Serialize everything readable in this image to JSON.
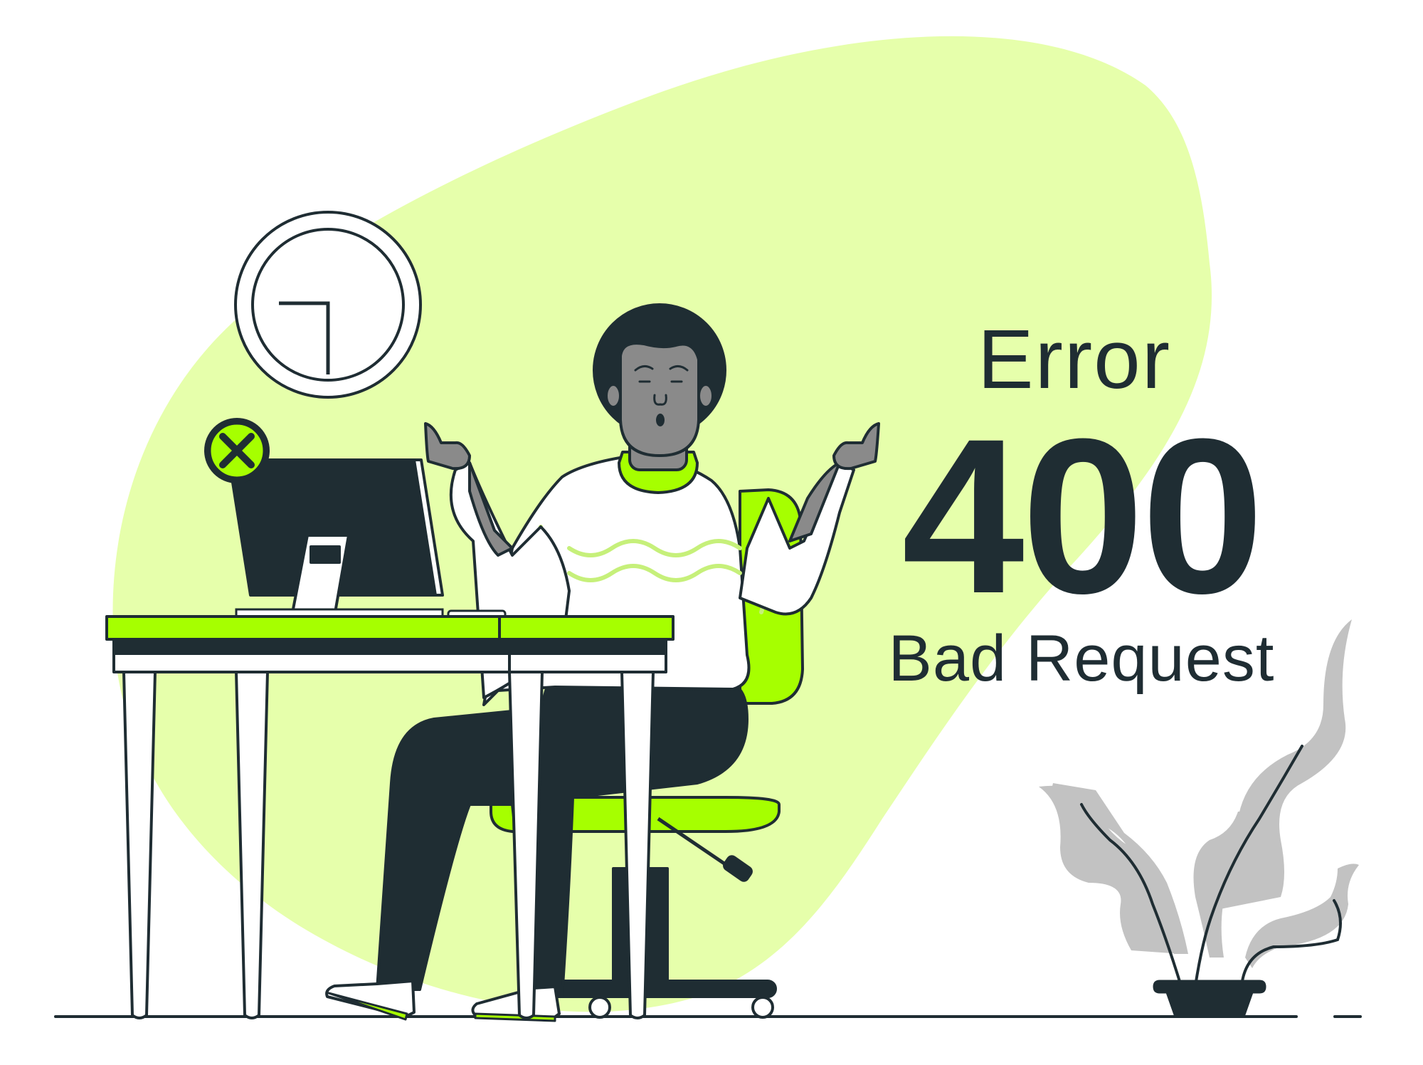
{
  "error": {
    "word": "Error",
    "code": "400",
    "message": "Bad Request"
  },
  "icons": {
    "status": "close-x-icon",
    "clock": "wall-clock-icon"
  },
  "colors": {
    "accent": "#a6ff00",
    "blob": "#e6ffab",
    "ink": "#1f2d33",
    "skin": "#8a8a8a",
    "plant": "#c2c2c2",
    "white": "#ffffff"
  }
}
